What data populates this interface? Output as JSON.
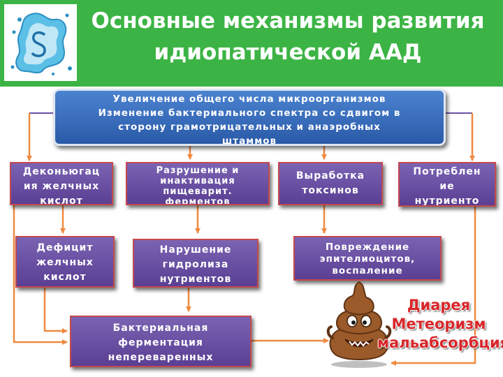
{
  "title": {
    "line1": "Основные механизмы развития",
    "line2": "идиопатической ААД"
  },
  "top_box": {
    "lines": [
      "Увеличение общего числа микроорганизмов",
      "Изменение бактериального спектра со сдвигом в",
      "сторону грамотрицательных и анаэробных",
      "штаммов"
    ]
  },
  "row1": [
    {
      "lines": [
        "Деконьюгац",
        "ия желчных",
        "кислот"
      ]
    },
    {
      "lines": [
        "Разрушение и",
        "инактивация",
        "пищеварит.",
        "ферментов"
      ]
    },
    {
      "lines": [
        "Выработка",
        "токсинов"
      ]
    },
    {
      "lines": [
        "Потреблен",
        "ие",
        "нутриенто"
      ]
    }
  ],
  "row2": [
    {
      "lines": [
        "Дефицит",
        "желчных",
        "кислот"
      ]
    },
    {
      "lines": [
        "Нарушение",
        "гидролиза",
        "нутриентов"
      ]
    },
    {
      "lines": [
        "Повреждение",
        "эпителиоцитов,",
        "воспаление"
      ]
    }
  ],
  "row3": {
    "lines": [
      "Бактериальная",
      "ферментация",
      "непереваренных"
    ]
  },
  "outcome": {
    "lines": [
      "Диарея",
      "Метеоризм",
      "мальабсорбция"
    ]
  },
  "colors": {
    "header": "#3cb445",
    "connector": "#ef8a40",
    "box_border": "#c4494f",
    "box_fill": "#6b52a5",
    "top_box_fill": "#3a6fc0",
    "outcome_text": "#d8262a"
  }
}
